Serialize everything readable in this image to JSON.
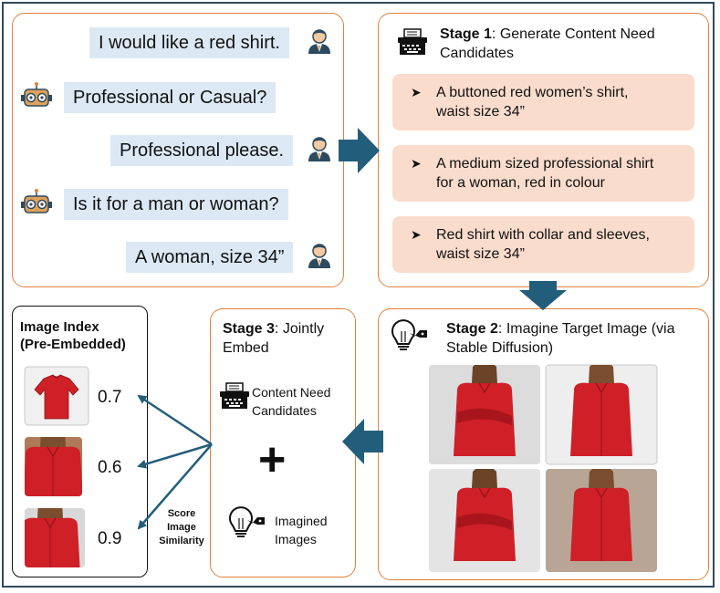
{
  "conversation": [
    {
      "speaker": "user",
      "text": "I would like a red shirt."
    },
    {
      "speaker": "bot",
      "text": "Professional or Casual?"
    },
    {
      "speaker": "user",
      "text": "Professional please."
    },
    {
      "speaker": "bot",
      "text": "Is it for a man or woman?"
    },
    {
      "speaker": "user",
      "text": "A woman, size 34”"
    }
  ],
  "stage1": {
    "label": "Stage 1",
    "title_rest": ": Generate Content Need",
    "title_line2": "Candidates",
    "candidates": [
      {
        "line1": "A buttoned red women’s shirt,",
        "line2": "waist size 34”"
      },
      {
        "line1": "A medium sized professional shirt",
        "line2": "for a woman, red in colour"
      },
      {
        "line1": "Red shirt with collar and sleeves,",
        "line2": "waist size 34”"
      }
    ]
  },
  "stage2": {
    "label": "Stage 2",
    "title_rest": ": Imagine Target Image (via",
    "title_line2": "Stable Diffusion)"
  },
  "stage3": {
    "label": "Stage 3",
    "title_rest": ": Jointly",
    "title_line2": "Embed",
    "content_line1": "Content Need",
    "content_line2": "Candidates",
    "plus": "+",
    "imagined_line1": "Imagined",
    "imagined_line2": "Images"
  },
  "image_index": {
    "title_line1": "Image Index",
    "title_line2": "(Pre-Embedded)",
    "scores": [
      "0.7",
      "0.6",
      "0.9"
    ]
  },
  "score_label": {
    "line1": "Score",
    "line2": "Image",
    "line3": "Similarity"
  },
  "colors": {
    "panel_border": "#e1823a",
    "bubble": "#dce9f5",
    "candidate": "#f9dccc",
    "arrow": "#235d7c",
    "shirt_red": "#cf1f27"
  }
}
